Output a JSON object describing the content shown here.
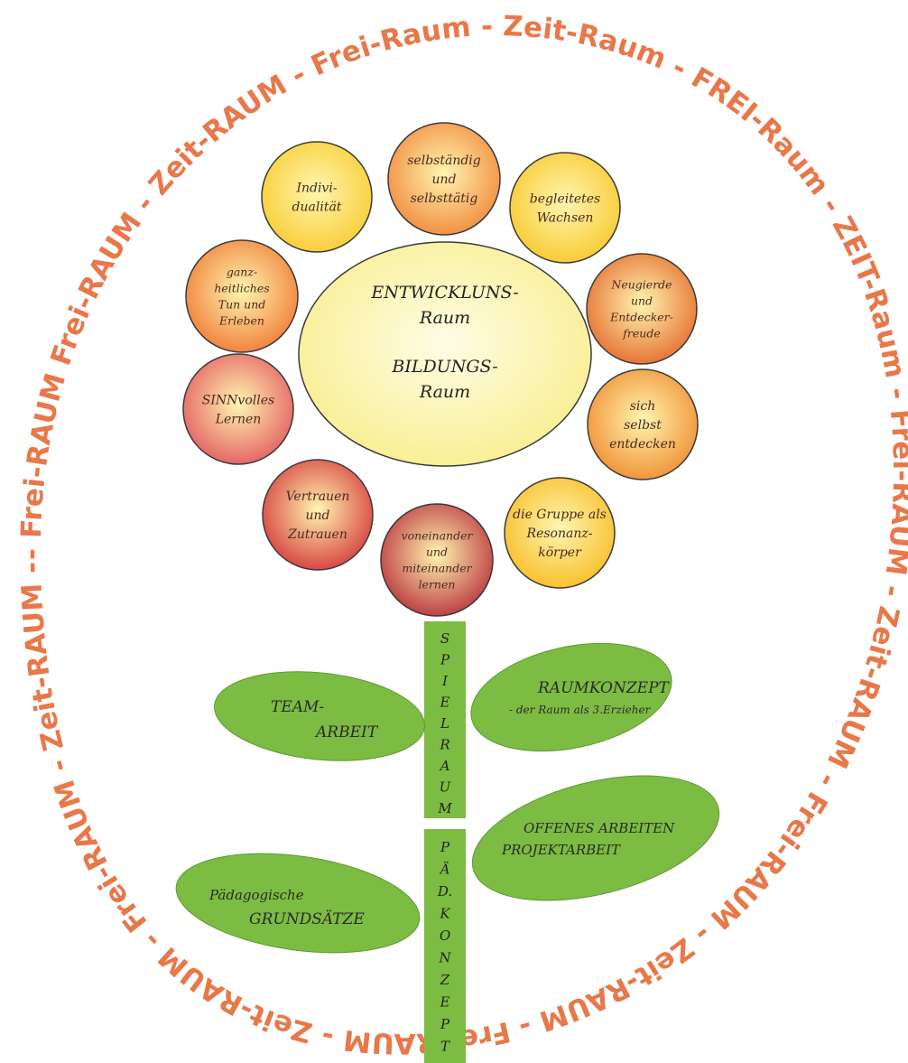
{
  "colors": {
    "ring_text": "#e8784a",
    "leaf_fill": "#7cbc42",
    "stem_fill": "#7cbc42",
    "center_fill": "#fbf5a9"
  },
  "ring": {
    "text": "- Frei-RAUM Frei-RAUM - Zeit-RAUM - Frei-Raum - Zeit-Raum - FREI-Raum - ZEIT-Raum - Frei-RAUM - Zeit-RAUM - Frei-RAUM - Zeit-RAUM - Frei-RAUM - Zeit-RAUM - Frei-RAUM - Zeit-RAUM - Frei-RAUM - Zeit-RAUM"
  },
  "center": {
    "line1": "ENTWICKLUNS-",
    "line2": "Raum",
    "line3": "BILDUNGS-",
    "line4": "Raum"
  },
  "petals": [
    {
      "name": "petal-selbstaendig",
      "lines": [
        "selbständig",
        "und",
        "selbsttätig"
      ],
      "color": "#f0883a"
    },
    {
      "name": "petal-begleitetes-wachsen",
      "lines": [
        "begleitetes",
        "Wachsen"
      ],
      "color": "#f8c82c"
    },
    {
      "name": "petal-neugierde",
      "lines": [
        "Neugierde",
        "und",
        "Entdecker-",
        "freude"
      ],
      "color": "#e46a2c"
    },
    {
      "name": "petal-sich-selbst-entdecken",
      "lines": [
        "sich",
        "selbst",
        "entdecken"
      ],
      "color": "#f08c30"
    },
    {
      "name": "petal-gruppe-resonanz",
      "lines": [
        "die Gruppe als",
        "Resonanz-",
        "körper"
      ],
      "color": "#f8bc24"
    },
    {
      "name": "petal-voneinander",
      "lines": [
        "voneinander",
        "und",
        "miteinander",
        "lernen"
      ],
      "color": "#b8303c"
    },
    {
      "name": "petal-vertrauen",
      "lines": [
        "Vertrauen",
        "und",
        "Zutrauen"
      ],
      "color": "#d4383a"
    },
    {
      "name": "petal-sinnvolles-lernen",
      "lines": [
        "SINNvolles",
        "Lernen"
      ],
      "color": "#e25a60"
    },
    {
      "name": "petal-ganzheitliches",
      "lines": [
        "ganz-",
        "heitliches",
        "Tun und",
        "Erleben"
      ],
      "color": "#f07a34"
    },
    {
      "name": "petal-individualitaet",
      "lines": [
        "Indivi-",
        "dualität"
      ],
      "color": "#f8cc30"
    }
  ],
  "stem": {
    "upper": [
      "S",
      "P",
      "I",
      "E",
      "L",
      "R",
      "A",
      "U",
      "M"
    ],
    "lower": [
      "P",
      "Ä",
      "D.",
      "K",
      "O",
      "N",
      "Z",
      "E",
      "P",
      "T"
    ]
  },
  "leaves": {
    "team": {
      "line1": "TEAM-",
      "line2": "ARBEIT"
    },
    "raumkonzept": {
      "line1": "RAUMKONZEPT",
      "line2": "- der Raum als 3.Erzieher"
    },
    "offenes": {
      "line1": "OFFENES ARBEITEN",
      "line2": "PROJEKTARBEIT"
    },
    "paedagogische": {
      "line1": "Pädagogische",
      "line2": "GRUNDSÄTZE"
    }
  }
}
